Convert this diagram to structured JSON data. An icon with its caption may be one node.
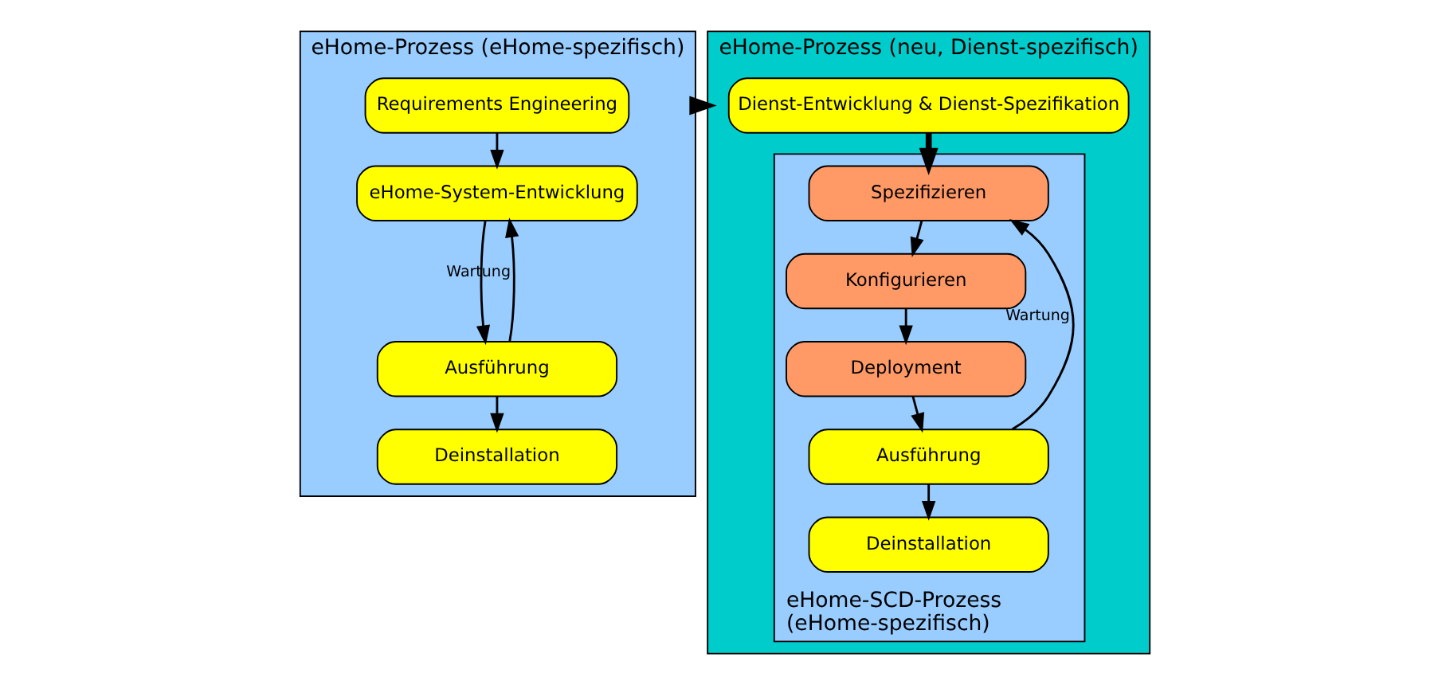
{
  "diagram": {
    "nodes": [
      {
        "text": [
          "eHome-Prozess (eHome-spezifisch)"
        ]
      },
      {
        "text": [
          "Requirements Engineering"
        ],
        "in": 0
      },
      {
        "text": [
          "eHome-System-Entwicklung"
        ],
        "in": 0
      },
      {
        "text": [
          "Ausführung"
        ],
        "in": 0
      },
      {
        "text": [
          "Deinstallation"
        ],
        "in": 0
      },
      {
        "text": [
          "eHome-Prozess (neu, Dienst-spezifisch)"
        ]
      },
      {
        "text": [
          "Dienst-Entwicklung & Dienst-Spezifikation"
        ],
        "in": 5
      },
      {
        "text": [
          "eHome-SCD-Prozess (eHome-spezifisch)"
        ],
        "in": 5
      },
      {
        "text": [
          "Spezifizieren"
        ],
        "in": 7
      },
      {
        "text": [
          "Konfigurieren"
        ],
        "in": 7
      },
      {
        "text": [
          "Deployment"
        ],
        "in": 7
      },
      {
        "text": [
          "Ausführung"
        ],
        "in": 7
      },
      {
        "text": [
          "Deinstallation"
        ],
        "in": 7
      }
    ],
    "edges": [
      {
        "from": 1,
        "to": 2,
        "arrow": "to"
      },
      {
        "from": 2,
        "to": 3,
        "arrow": "to"
      },
      {
        "from": 3,
        "to": 4,
        "arrow": "to"
      },
      {
        "from": 3,
        "to": 2,
        "arrow": "to",
        "label": "Wartung"
      },
      {
        "from": 0,
        "to": 5,
        "arrow": "to",
        "style": "thick"
      },
      {
        "from": 6,
        "to": 8,
        "arrow": "to",
        "style": "thick"
      },
      {
        "from": 8,
        "to": 9,
        "arrow": "to"
      },
      {
        "from": 9,
        "to": 10,
        "arrow": "to"
      },
      {
        "from": 10,
        "to": 11,
        "arrow": "to"
      },
      {
        "from": 11,
        "to": 12,
        "arrow": "to"
      },
      {
        "from": 11,
        "to": 8,
        "arrow": "to",
        "label": "Wartung"
      }
    ]
  }
}
